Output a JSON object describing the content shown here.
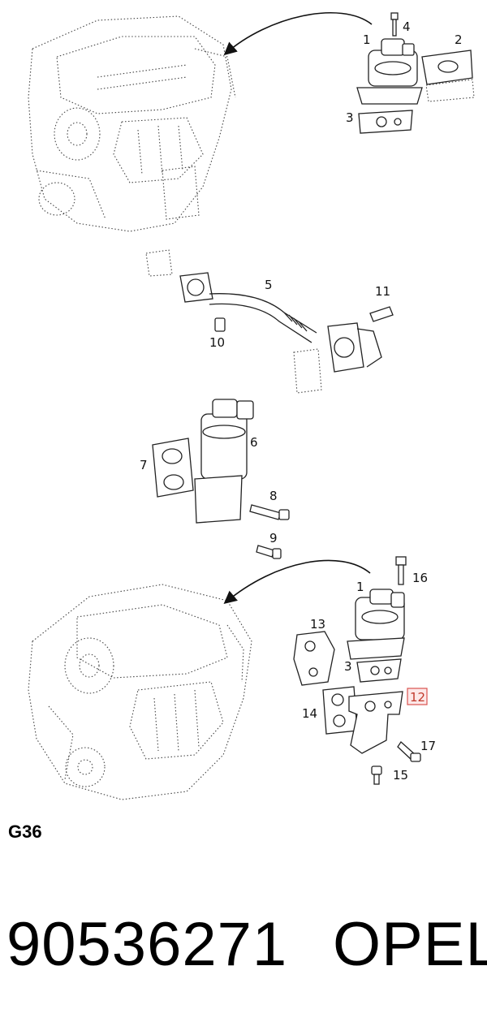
{
  "section_code": "G36",
  "part_number": "90536271",
  "brand": "OPEL",
  "highlight_color": "#d9534f",
  "callouts": {
    "c1a": "1",
    "c2": "2",
    "c3a": "3",
    "c4": "4",
    "c5": "5",
    "c10": "10",
    "c11": "11",
    "c6": "6",
    "c7": "7",
    "c8": "8",
    "c9": "9",
    "c1b": "1",
    "c16": "16",
    "c13": "13",
    "c3b": "3",
    "c12": "12",
    "c14": "14",
    "c17": "17",
    "c15": "15"
  },
  "highlighted_callout": "12"
}
